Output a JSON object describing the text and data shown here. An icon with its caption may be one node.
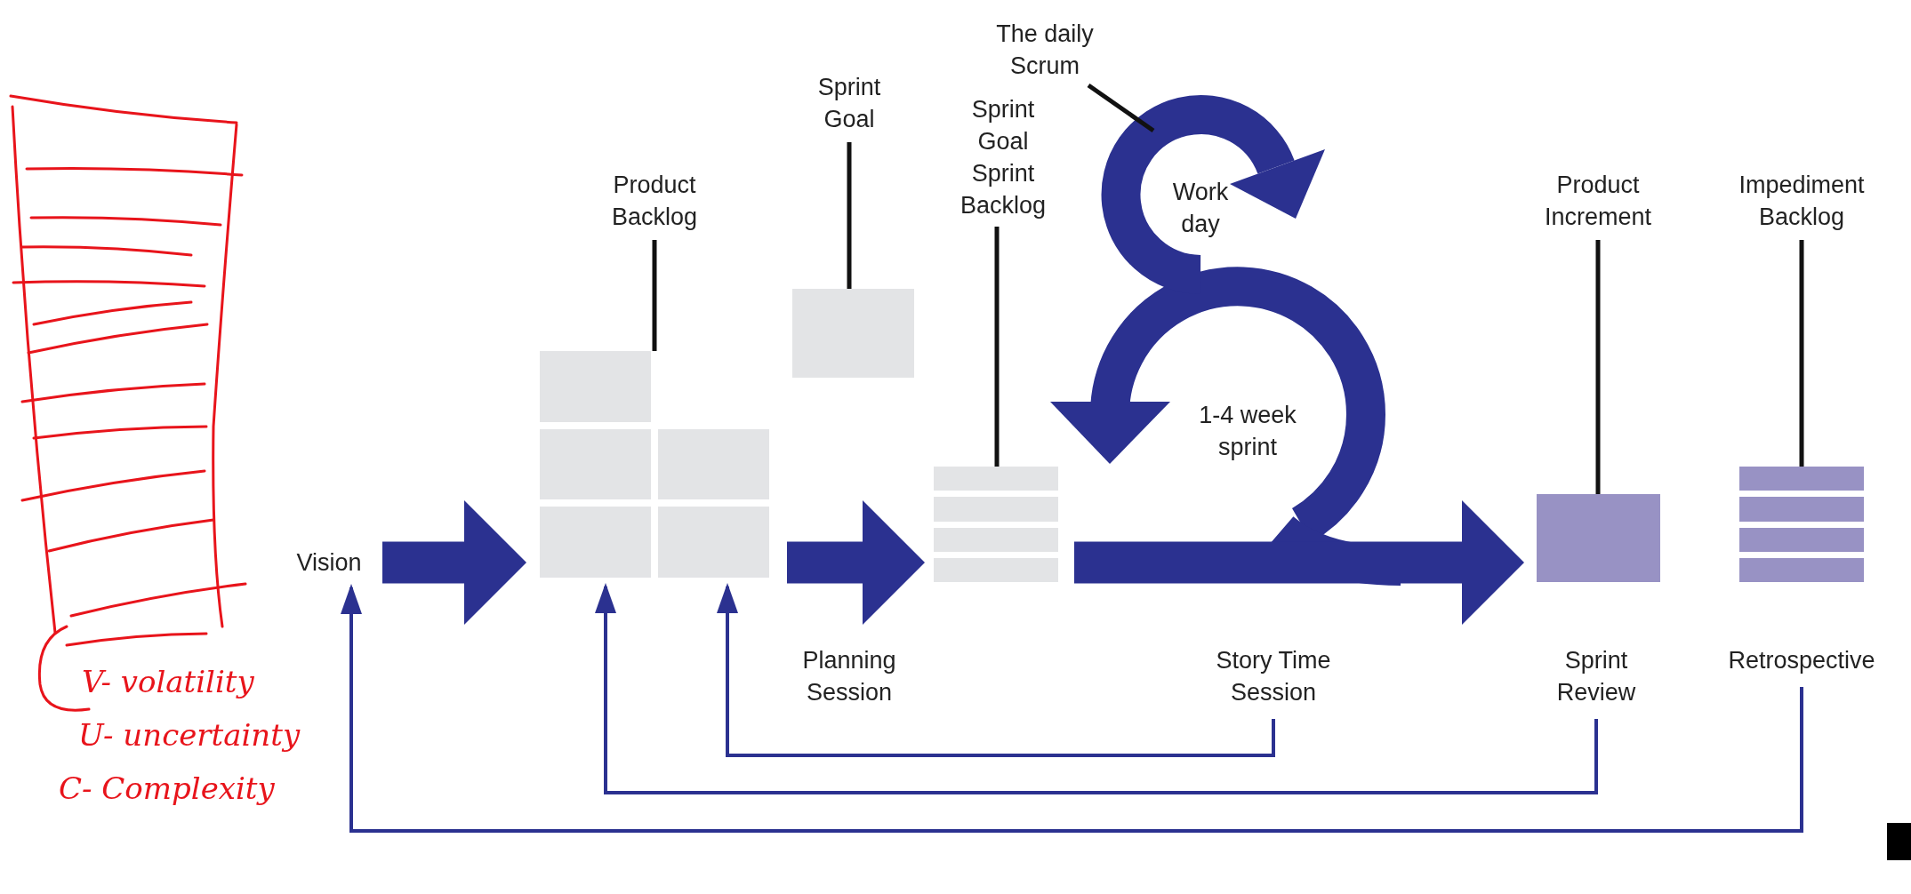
{
  "diagram": {
    "nodes": [
      {
        "text": [
          "Vision"
        ]
      },
      {
        "text": [
          "Product Backlog"
        ]
      },
      {
        "text": [],
        "shape": "box"
      },
      {
        "text": [
          "Sprint Goal"
        ]
      },
      {
        "text": [],
        "shape": "box"
      },
      {
        "text": [
          "Sprint Goal Sprint Backlog"
        ]
      },
      {
        "text": [],
        "shape": "box"
      },
      {
        "text": [
          "The daily Scrum"
        ]
      },
      {
        "text": [
          "Product Increment"
        ]
      },
      {
        "text": [],
        "shape": "box"
      },
      {
        "text": [
          "Impediment Backlog"
        ]
      },
      {
        "text": [],
        "shape": "box"
      },
      {
        "text": [
          "Planning Session"
        ]
      },
      {
        "text": [
          "Story Time Session"
        ]
      },
      {
        "text": [
          "Sprint Review"
        ]
      },
      {
        "text": [
          "Retrospective"
        ]
      }
    ],
    "edges": [
      {
        "from": 0,
        "to": 2,
        "arrow": "to",
        "style": "thick",
        "color": "#2b3190"
      },
      {
        "from": 2,
        "to": 6,
        "arrow": "to",
        "style": "thick",
        "color": "#2b3190"
      },
      {
        "from": 6,
        "to": 9,
        "arrow": "to",
        "style": "thick",
        "color": "#2b3190"
      },
      {
        "from": 13,
        "to": 2,
        "arrow": "to",
        "color": "#2b3190"
      },
      {
        "from": 14,
        "to": 2,
        "arrow": "to",
        "color": "#2b3190"
      },
      {
        "from": 15,
        "to": 0,
        "arrow": "to",
        "color": "#2b3190"
      },
      {
        "from": 1,
        "to": 2,
        "arrow": "none",
        "color": "#111111"
      },
      {
        "from": 3,
        "to": 4,
        "arrow": "none",
        "color": "#111111"
      },
      {
        "from": 5,
        "to": 6,
        "arrow": "none",
        "color": "#111111"
      },
      {
        "from": 7,
        "to": null,
        "arrow": "none",
        "color": "#111111"
      },
      {
        "from": 8,
        "to": 9,
        "arrow": "none",
        "color": "#111111"
      },
      {
        "from": 10,
        "to": 11,
        "arrow": "none",
        "color": "#111111"
      }
    ],
    "labels": [
      "Work day",
      "1-4 week sprint",
      "V- volatility",
      "U- uncertainty",
      "C- Complexity"
    ]
  }
}
